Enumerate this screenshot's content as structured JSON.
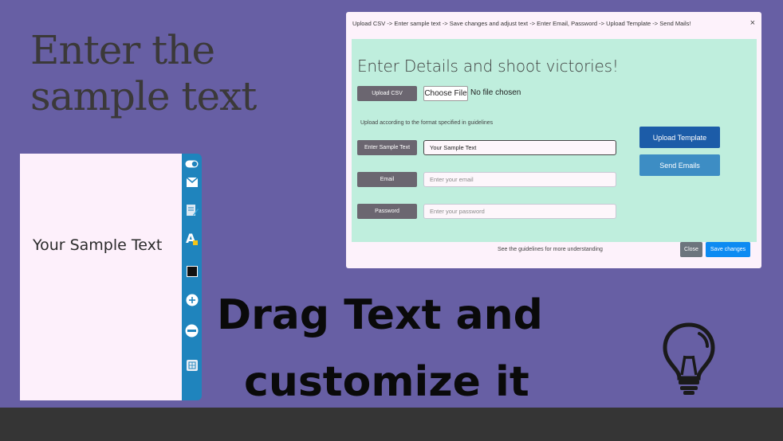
{
  "headline": {
    "line1": "Enter the",
    "line2": "sample text"
  },
  "preview": {
    "text": "Your Sample Text"
  },
  "toolbar": {
    "icons": [
      "toggle-icon",
      "mail-icon",
      "edit-icon",
      "font-color-icon",
      "color-swatch-icon",
      "zoom-in-icon",
      "zoom-out-icon",
      "calendar-icon"
    ],
    "accent": "#1f84bd"
  },
  "modal": {
    "title": "Upload CSV -> Enter sample text -> Save changes and adjust text -> Enter Email, Password -> Upload Template -> Send Mails!",
    "close_symbol": "×",
    "heading": "Enter Details and shoot victories!",
    "upload_csv_label": "Upload CSV",
    "choose_file_label": "Choose File",
    "file_status": "No file chosen",
    "hint": "Upload according to the format specified in guidelines",
    "sample_text_label": "Enter Sample Text",
    "sample_text_value": "Your Sample Text",
    "email_label": "Email",
    "email_placeholder": "Enter your email",
    "password_label": "Password",
    "password_placeholder": "Enter your password",
    "upload_template_label": "Upload Template",
    "send_emails_label": "Send Emails",
    "footer_text": "See the guidelines for more understanding",
    "close_label": "Close",
    "save_label": "Save changes",
    "body_color": "#bfeedd"
  },
  "caption": {
    "line1": "Drag Text and",
    "line2": "customize it"
  },
  "decor": {
    "bulb_icon": "lightbulb-icon",
    "background": "#675fa4"
  }
}
